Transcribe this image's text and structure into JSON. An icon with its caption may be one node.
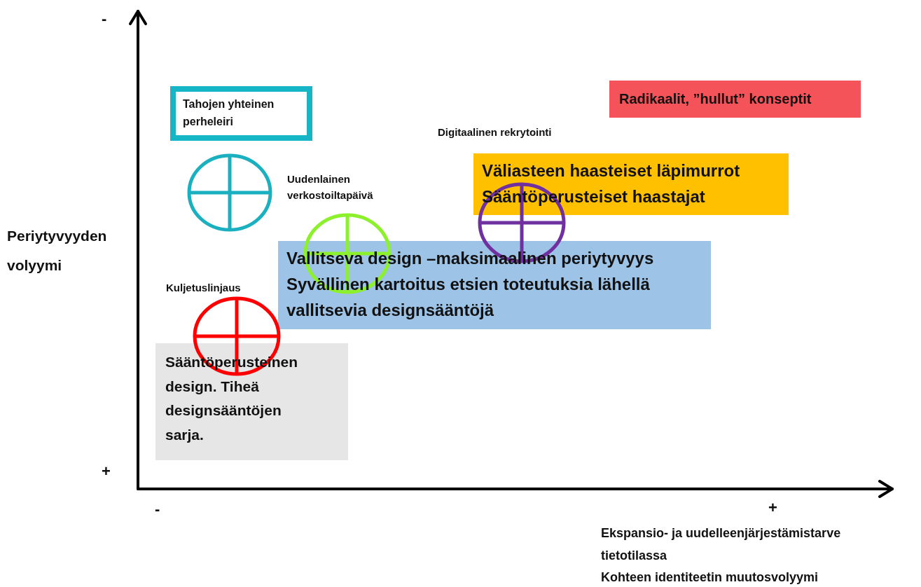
{
  "diagram": {
    "nodes": [
      {
        "text": [
          "Tahojen yhteinen perheleiri"
        ]
      },
      {
        "text": [
          "Radikaalit, ”hullut” konseptit"
        ]
      },
      {
        "text": [],
        "shape": "circle"
      },
      {
        "text": [],
        "shape": "circle"
      },
      {
        "text": [
          "Väliasteen haasteiset läpimurrot",
          "Sääntöperusteiset haastajat"
        ]
      },
      {
        "text": [],
        "shape": "circle",
        "beside": [
          "Uudenlainen verkostoiltapäivä"
        ]
      },
      {
        "text": [
          "Vallitseva design –maksimaalinen periytyvyys",
          "Syvällinen kartoitus etsien toteutuksia lähellä vallitsevia designsääntöjä"
        ]
      },
      {
        "text": [],
        "shape": "circle",
        "beside": [
          "Kuljetuslinjaus"
        ]
      },
      {
        "text": [
          "Sääntöperusteinen design. Tiheä designsääntöjen sarja."
        ]
      }
    ],
    "labels": [
      "-",
      "Digitaalinen rekrytointi",
      "Periytyvyyden volyymi",
      "+",
      "-",
      "+",
      "Ekspansio- ja uudelleenjärjestämistarve tietotilassa",
      "Kohteen identiteetin muutosvolyymi"
    ]
  }
}
